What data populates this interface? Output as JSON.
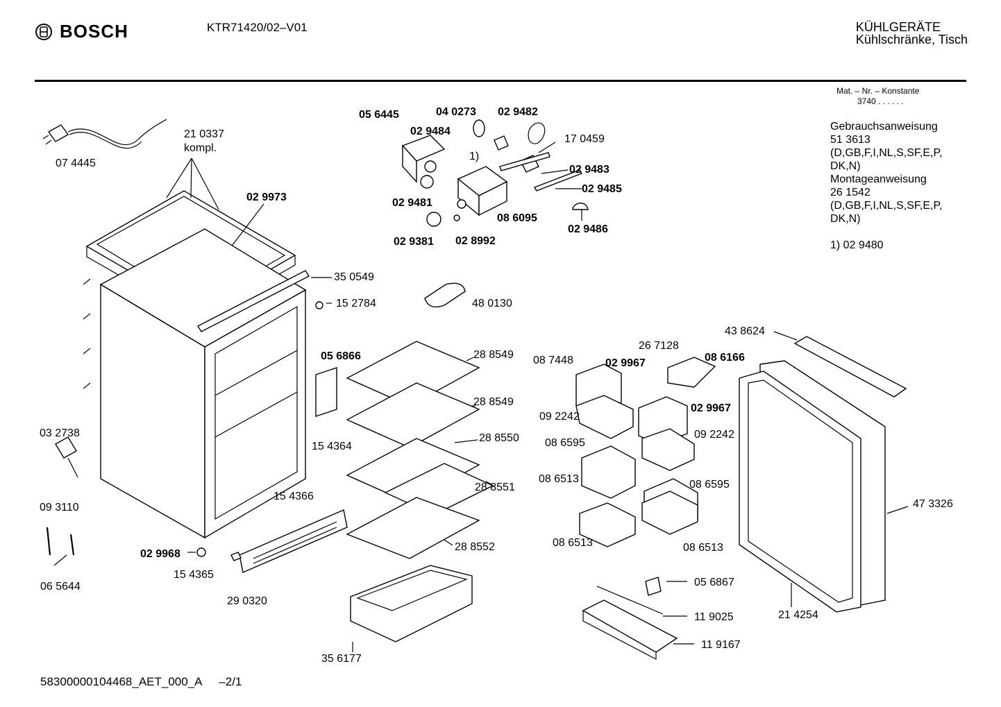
{
  "header": {
    "brand": "BOSCH",
    "model": "KTR71420/02–V01",
    "category_line1": "KÜHLGERÄTE",
    "category_line2": "Kühlschränke, Tisch"
  },
  "side_info": {
    "mat_label": "Mat. – Nr. – Konstante",
    "mat_value": "3740 . .  . . . .",
    "notes": [
      "Gebrauchsanweisung",
      "51 3613",
      "(D,GB,F,I,NL,S,SF,E,P,",
      "DK,N)",
      "Montageanweisung",
      "26 1542",
      "(D,GB,F,I,NL,S,SF,E,P,",
      "DK,N)"
    ],
    "footnote": "1)  02 9480"
  },
  "footer": {
    "doc_id": "58300000104468_AET_000_A",
    "page": "–2/1"
  },
  "parts": [
    {
      "id": "p1",
      "text": "07 4445",
      "bold": false
    },
    {
      "id": "p2",
      "text": "21 0337",
      "bold": false
    },
    {
      "id": "p3",
      "text": "kompl.",
      "bold": false
    },
    {
      "id": "p4",
      "text": "02 9973",
      "bold": true
    },
    {
      "id": "p5",
      "text": "35 0549",
      "bold": false
    },
    {
      "id": "p6",
      "text": "15 2784",
      "bold": false
    },
    {
      "id": "p7",
      "text": "05 6445",
      "bold": true
    },
    {
      "id": "p8",
      "text": "04 0273",
      "bold": true
    },
    {
      "id": "p9",
      "text": "02 9482",
      "bold": true
    },
    {
      "id": "p10",
      "text": "02 9484",
      "bold": true
    },
    {
      "id": "p11",
      "text": "17 0459",
      "bold": false
    },
    {
      "id": "p12",
      "text": "1)",
      "bold": false
    },
    {
      "id": "p13",
      "text": "02 9483",
      "bold": true
    },
    {
      "id": "p14",
      "text": "02 9485",
      "bold": true
    },
    {
      "id": "p15",
      "text": "02 9481",
      "bold": true
    },
    {
      "id": "p16",
      "text": "08 6095",
      "bold": true
    },
    {
      "id": "p17",
      "text": "02 9486",
      "bold": true
    },
    {
      "id": "p18",
      "text": "02 9381",
      "bold": true
    },
    {
      "id": "p19",
      "text": "02 8992",
      "bold": true
    },
    {
      "id": "p20",
      "text": "48 0130",
      "bold": false
    },
    {
      "id": "p21",
      "text": "05 6866",
      "bold": true
    },
    {
      "id": "p22",
      "text": "28 8549",
      "bold": false
    },
    {
      "id": "p23",
      "text": "28 8549",
      "bold": false
    },
    {
      "id": "p24",
      "text": "28 8550",
      "bold": false
    },
    {
      "id": "p25",
      "text": "15 4364",
      "bold": false
    },
    {
      "id": "p26",
      "text": "15 4366",
      "bold": false
    },
    {
      "id": "p27",
      "text": "28 8551",
      "bold": false
    },
    {
      "id": "p28",
      "text": "28 8552",
      "bold": false
    },
    {
      "id": "p29",
      "text": "03 2738",
      "bold": false
    },
    {
      "id": "p30",
      "text": "09 3110",
      "bold": false
    },
    {
      "id": "p31",
      "text": "06 5644",
      "bold": false
    },
    {
      "id": "p32",
      "text": "02 9968",
      "bold": true
    },
    {
      "id": "p33",
      "text": "15 4365",
      "bold": false
    },
    {
      "id": "p34",
      "text": "29 0320",
      "bold": false
    },
    {
      "id": "p35",
      "text": "35 6177",
      "bold": false
    },
    {
      "id": "p36",
      "text": "43 8624",
      "bold": false
    },
    {
      "id": "p37",
      "text": "26 7128",
      "bold": false
    },
    {
      "id": "p38",
      "text": "08 7448",
      "bold": false
    },
    {
      "id": "p39",
      "text": "02 9967",
      "bold": true
    },
    {
      "id": "p40",
      "text": "08 6166",
      "bold": true
    },
    {
      "id": "p41",
      "text": "02 9967",
      "bold": true
    },
    {
      "id": "p42",
      "text": "09 2242",
      "bold": false
    },
    {
      "id": "p43",
      "text": "09 2242",
      "bold": false
    },
    {
      "id": "p44",
      "text": "08 6595",
      "bold": false
    },
    {
      "id": "p45",
      "text": "08 6513",
      "bold": false
    },
    {
      "id": "p46",
      "text": "08 6595",
      "bold": false
    },
    {
      "id": "p47",
      "text": "08 6513",
      "bold": false
    },
    {
      "id": "p48",
      "text": "08 6513",
      "bold": false
    },
    {
      "id": "p49",
      "text": "47 3326",
      "bold": false
    },
    {
      "id": "p50",
      "text": "05 6867",
      "bold": false
    },
    {
      "id": "p51",
      "text": "11 9025",
      "bold": false
    },
    {
      "id": "p52",
      "text": "21 4254",
      "bold": false
    },
    {
      "id": "p53",
      "text": "11 9167",
      "bold": false
    }
  ]
}
